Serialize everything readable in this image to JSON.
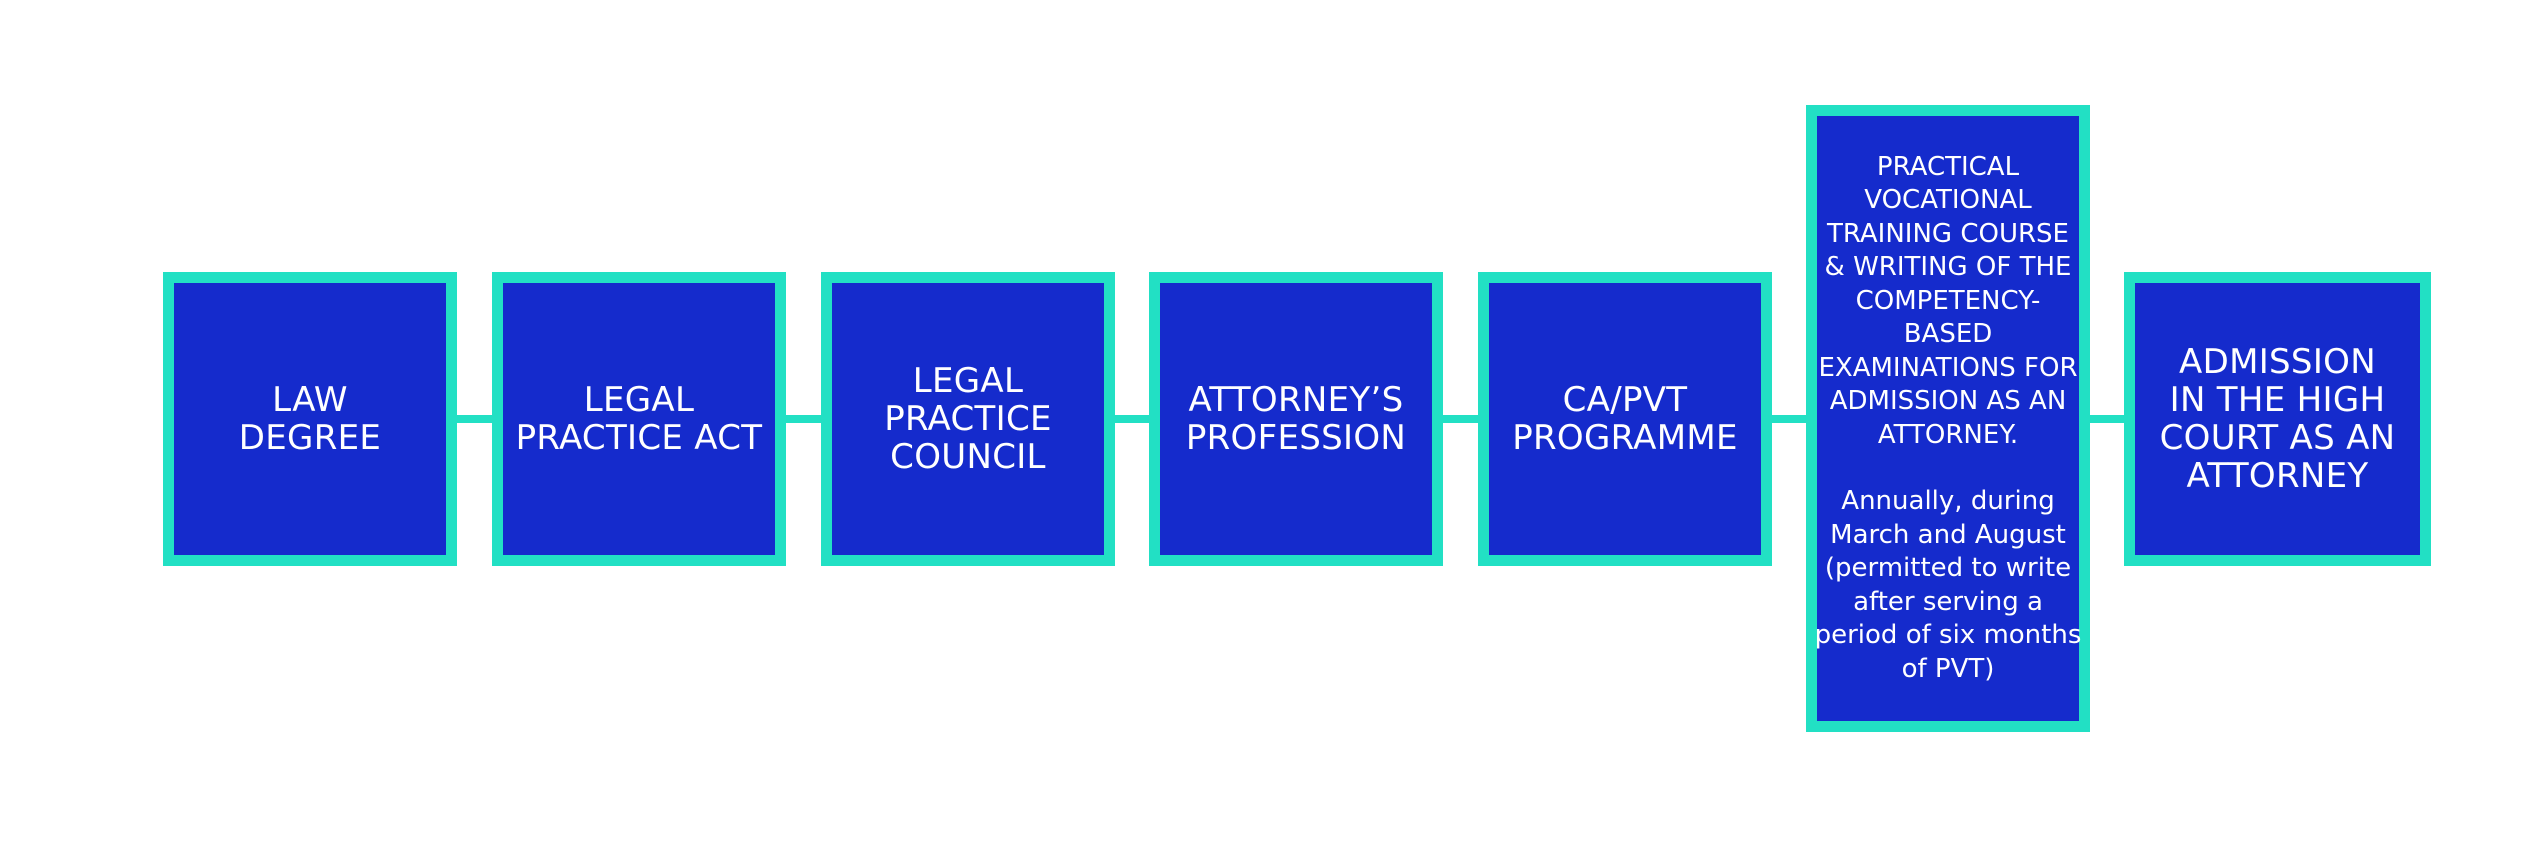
{
  "colors": {
    "box_fill": "#152bcc",
    "box_border": "#22e0c4",
    "connector": "#22e0c4",
    "text": "#ffffff"
  },
  "steps": [
    {
      "lines": [
        "LAW",
        "DEGREE"
      ]
    },
    {
      "lines": [
        "LEGAL",
        "PRACTICE ACT"
      ]
    },
    {
      "lines": [
        "LEGAL",
        "PRACTICE",
        "COUNCIL"
      ]
    },
    {
      "lines": [
        "ATTORNEY’S",
        "PROFESSION"
      ]
    },
    {
      "lines": [
        "CA/PVT",
        "PROGRAMME"
      ]
    },
    {
      "lines": [
        "PRACTICAL",
        "VOCATIONAL",
        "TRAINING COURSE",
        "& WRITING OF THE",
        "COMPETENCY-",
        "BASED",
        "EXAMINATIONS FOR",
        "ADMISSION AS AN",
        "ATTORNEY."
      ],
      "note_lines": [
        "Annually, during",
        "March and August",
        "(permitted to write",
        "after serving a",
        "period of six months",
        "of PVT)"
      ]
    },
    {
      "lines": [
        "ADMISSION",
        "IN THE HIGH",
        "COURT AS AN",
        "ATTORNEY"
      ]
    }
  ]
}
